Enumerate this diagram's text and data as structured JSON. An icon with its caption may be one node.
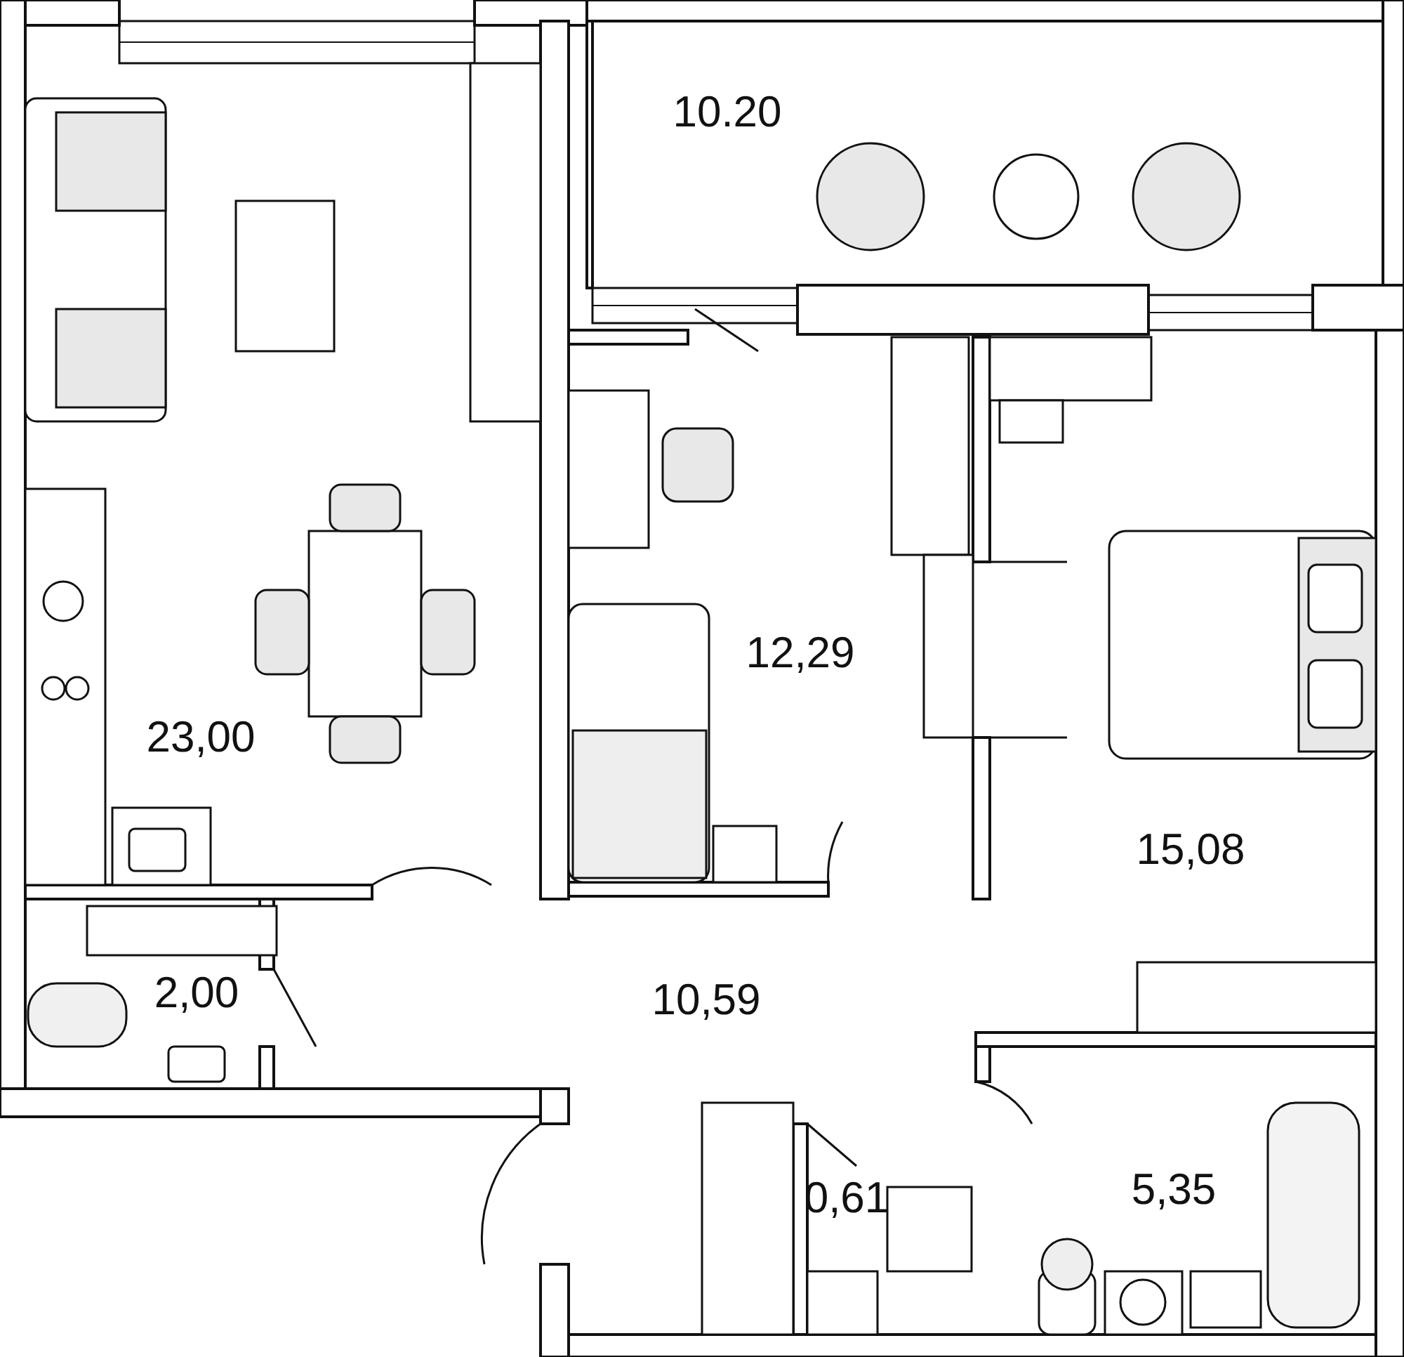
{
  "diagram": {
    "labels": [
      "10.20",
      "12,29",
      "23,00",
      "15,08",
      "2,00",
      "10,59",
      "5,35",
      "0,61"
    ]
  }
}
